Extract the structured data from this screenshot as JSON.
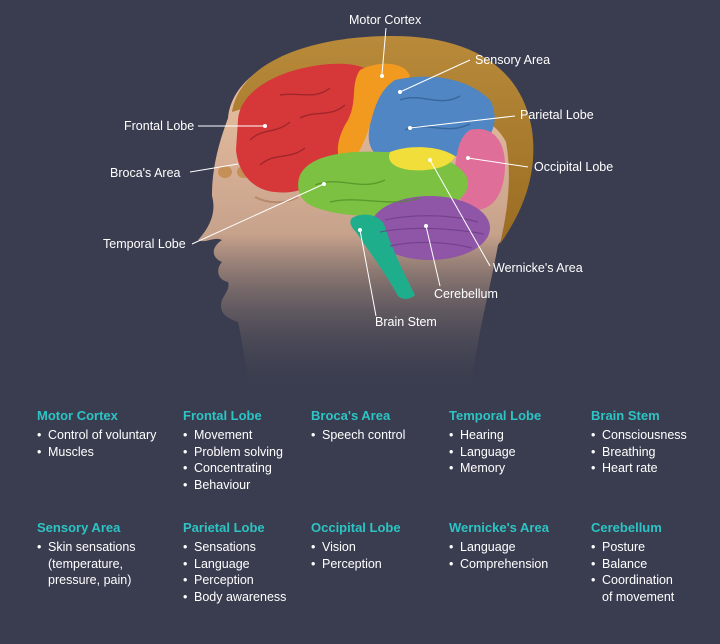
{
  "colors": {
    "background": "#3a3d4f",
    "accent": "#2cc4c4",
    "frontal": "#d6383a",
    "motor": "#f29a1f",
    "parietal": "#4f86c3",
    "occipital": "#df6f98",
    "broca": "#f1de3a",
    "temporal": "#7cc142",
    "cerebellum": "#8f56a8",
    "brainstem": "#1fae8c",
    "hair": "#b07d2b",
    "skin": "#f2c7a6"
  },
  "callouts": {
    "motor_cortex": "Motor Cortex",
    "sensory_area": "Sensory Area",
    "frontal_lobe": "Frontal Lobe",
    "parietal_lobe": "Parietal Lobe",
    "brocas_area": "Broca's Area",
    "occipital_lobe": "Occipital Lobe",
    "temporal_lobe": "Temporal Lobe",
    "wernickes_area": "Wernicke's Area",
    "cerebellum": "Cerebellum",
    "brain_stem": "Brain Stem"
  },
  "legend": {
    "motor_cortex": {
      "title": "Motor Cortex",
      "items": [
        "Control of voluntary",
        "Muscles"
      ]
    },
    "frontal_lobe": {
      "title": "Frontal Lobe",
      "items": [
        "Movement",
        "Problem solving",
        "Concentrating",
        "Behaviour"
      ]
    },
    "brocas_area": {
      "title": "Broca's Area",
      "items": [
        "Speech control"
      ]
    },
    "temporal_lobe": {
      "title": "Temporal Lobe",
      "items": [
        "Hearing",
        "Language",
        "Memory"
      ]
    },
    "brain_stem": {
      "title": "Brain Stem",
      "items": [
        "Consciousness",
        "Breathing",
        "Heart rate"
      ]
    },
    "sensory_area": {
      "title": "Sensory Area",
      "items": [
        "Skin sensations\n(temperature,\npressure, pain)"
      ]
    },
    "parietal_lobe": {
      "title": "Parietal Lobe",
      "items": [
        "Sensations",
        "Language",
        "Perception",
        "Body awareness"
      ]
    },
    "occipital_lobe": {
      "title": "Occipital Lobe",
      "items": [
        "Vision",
        "Perception"
      ]
    },
    "wernickes_area": {
      "title": "Wernicke's Area",
      "items": [
        "Language",
        "Comprehension"
      ]
    },
    "cerebellum": {
      "title": "Cerebellum",
      "items": [
        "Posture",
        "Balance",
        "Coordination\nof movement"
      ]
    }
  }
}
